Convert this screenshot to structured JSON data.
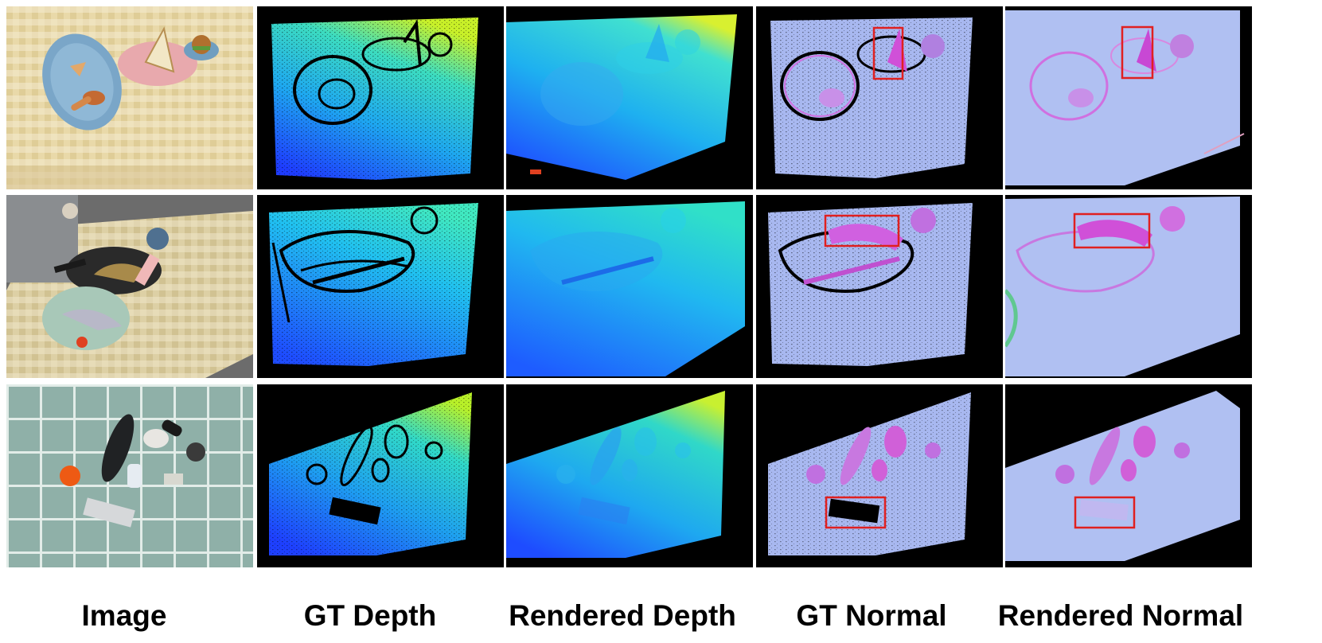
{
  "columns": [
    {
      "key": "image",
      "label": "Image"
    },
    {
      "key": "gt_depth",
      "label": "GT Depth"
    },
    {
      "key": "rendered_depth",
      "label": "Rendered Depth"
    },
    {
      "key": "gt_normal",
      "label": "GT Normal"
    },
    {
      "key": "rendered_normal",
      "label": "Rendered Normal"
    }
  ],
  "rows": [
    {
      "scene": "food-plates-checkered-tablecloth",
      "highlight": "sandwich-slice"
    },
    {
      "scene": "pan-fish-dolphin-plate",
      "highlight": "fish-in-pan"
    },
    {
      "scene": "umbrella-cup-ball-bottle",
      "highlight": "metal-bar"
    }
  ],
  "colors": {
    "highlight_box": "#e02020",
    "background": "#000000",
    "depth_near": "#1e3cff",
    "depth_far": "#c8f028",
    "normal_base": "#a8b8f0",
    "normal_accent": "#d060e0"
  }
}
